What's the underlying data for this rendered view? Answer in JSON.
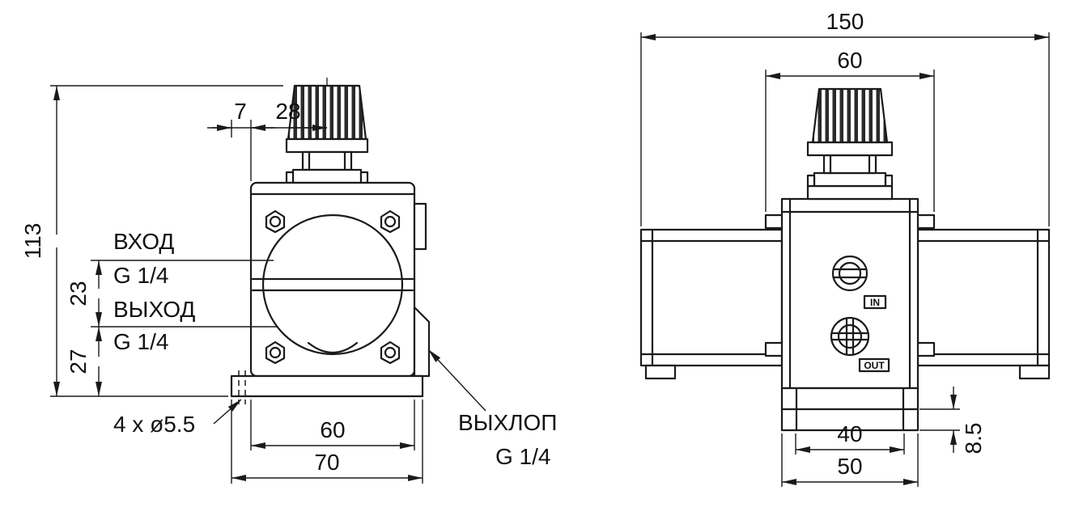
{
  "colors": {
    "line": "#1a1a1a",
    "background": "#ffffff"
  },
  "front_view": {
    "dim_height": "113",
    "dim_offset_left": "7",
    "dim_offset_knob": "28",
    "dim_port_spacing": "23",
    "dim_port_to_base": "27",
    "dim_body_width": "60",
    "dim_base_width": "70",
    "label_inlet": "ВХОД",
    "label_inlet_thread": "G 1/4",
    "label_outlet": "ВЫХОД",
    "label_outlet_thread": "G 1/4",
    "label_mount_holes": "4 x ø5.5",
    "label_exhaust": "ВЫХЛОП",
    "label_exhaust_thread": "G 1/4"
  },
  "side_view": {
    "dim_overall_width": "150",
    "dim_tab_width": "60",
    "dim_flange_inner": "40",
    "dim_flange_width": "50",
    "dim_step_height": "8.5",
    "marker_in": "IN",
    "marker_out": "OUT"
  }
}
